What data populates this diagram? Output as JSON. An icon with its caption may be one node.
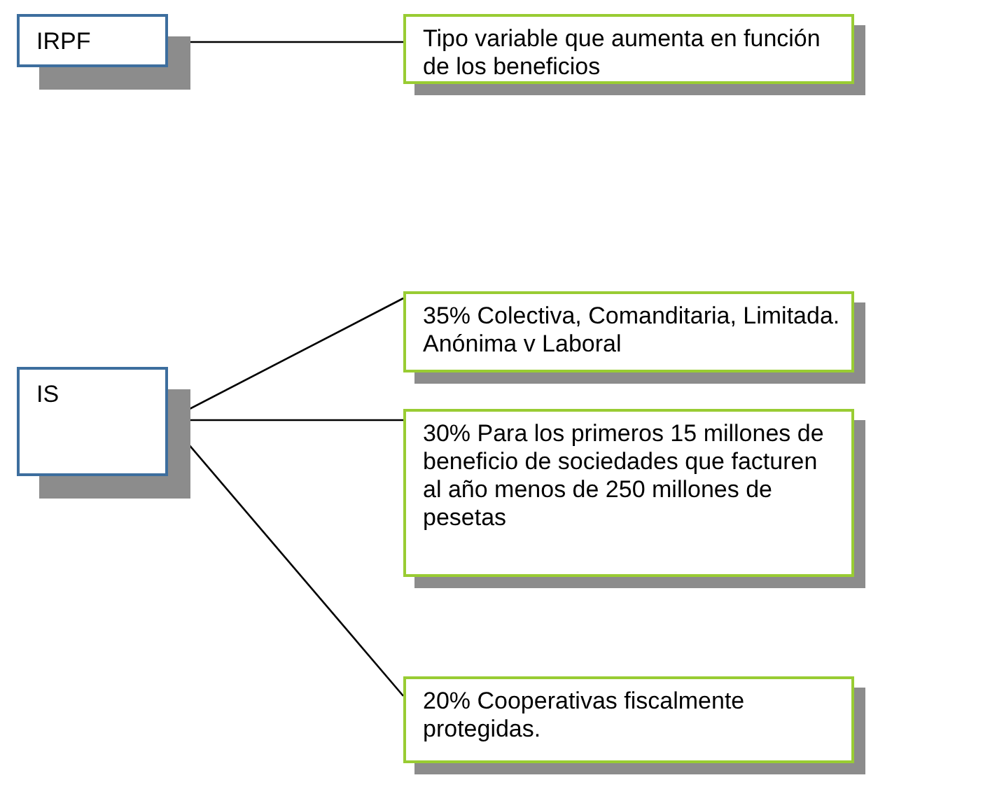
{
  "diagram": {
    "nodes": [
      {
        "text": [
          "IRPF"
        ]
      },
      {
        "text": [
          "Tipo variable que aumenta en función de los beneficios"
        ]
      },
      {
        "text": [
          "IS"
        ]
      },
      {
        "text": [
          "35% Colectiva, Comanditaria, Limitada. Anónima v Laboral"
        ]
      },
      {
        "text": [
          "30% Para los primeros 15 millones de beneficio de sociedades que facturen al año menos de 250 millones de pesetas"
        ]
      },
      {
        "text": [
          "20% Cooperativas fiscalmente protegidas."
        ]
      }
    ],
    "edges": [
      {
        "from": 0,
        "to": 1,
        "arrow": "none"
      },
      {
        "from": 2,
        "to": 3,
        "arrow": "none"
      },
      {
        "from": 2,
        "to": 4,
        "arrow": "none"
      },
      {
        "from": 2,
        "to": 5,
        "arrow": "none"
      }
    ]
  }
}
